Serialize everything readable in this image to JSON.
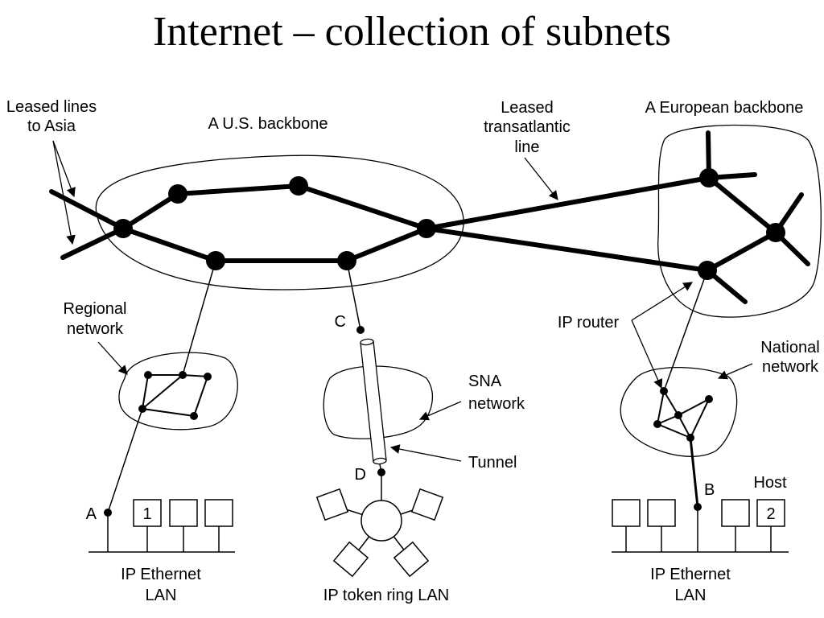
{
  "title": "Internet – collection of subnets",
  "labels": {
    "leased_lines_asia_1": "Leased lines",
    "leased_lines_asia_2": "to Asia",
    "us_backbone": "A U.S. backbone",
    "leased_transatlantic_1": "Leased",
    "leased_transatlantic_2": "transatlantic",
    "leased_transatlantic_3": "line",
    "european_backbone": "A European backbone",
    "regional_network_1": "Regional",
    "regional_network_2": "network",
    "point_c": "C",
    "point_d": "D",
    "point_a": "A",
    "point_b": "B",
    "ip_router": "IP router",
    "national_network_1": "National",
    "national_network_2": "network",
    "sna_network_1": "SNA",
    "sna_network_2": "network",
    "tunnel": "Tunnel",
    "host": "Host",
    "host_1": "1",
    "host_2": "2",
    "ethernet_left_1": "IP Ethernet",
    "ethernet_left_2": "LAN",
    "token_ring": "IP token ring LAN",
    "ethernet_right_1": "IP Ethernet",
    "ethernet_right_2": "LAN"
  }
}
